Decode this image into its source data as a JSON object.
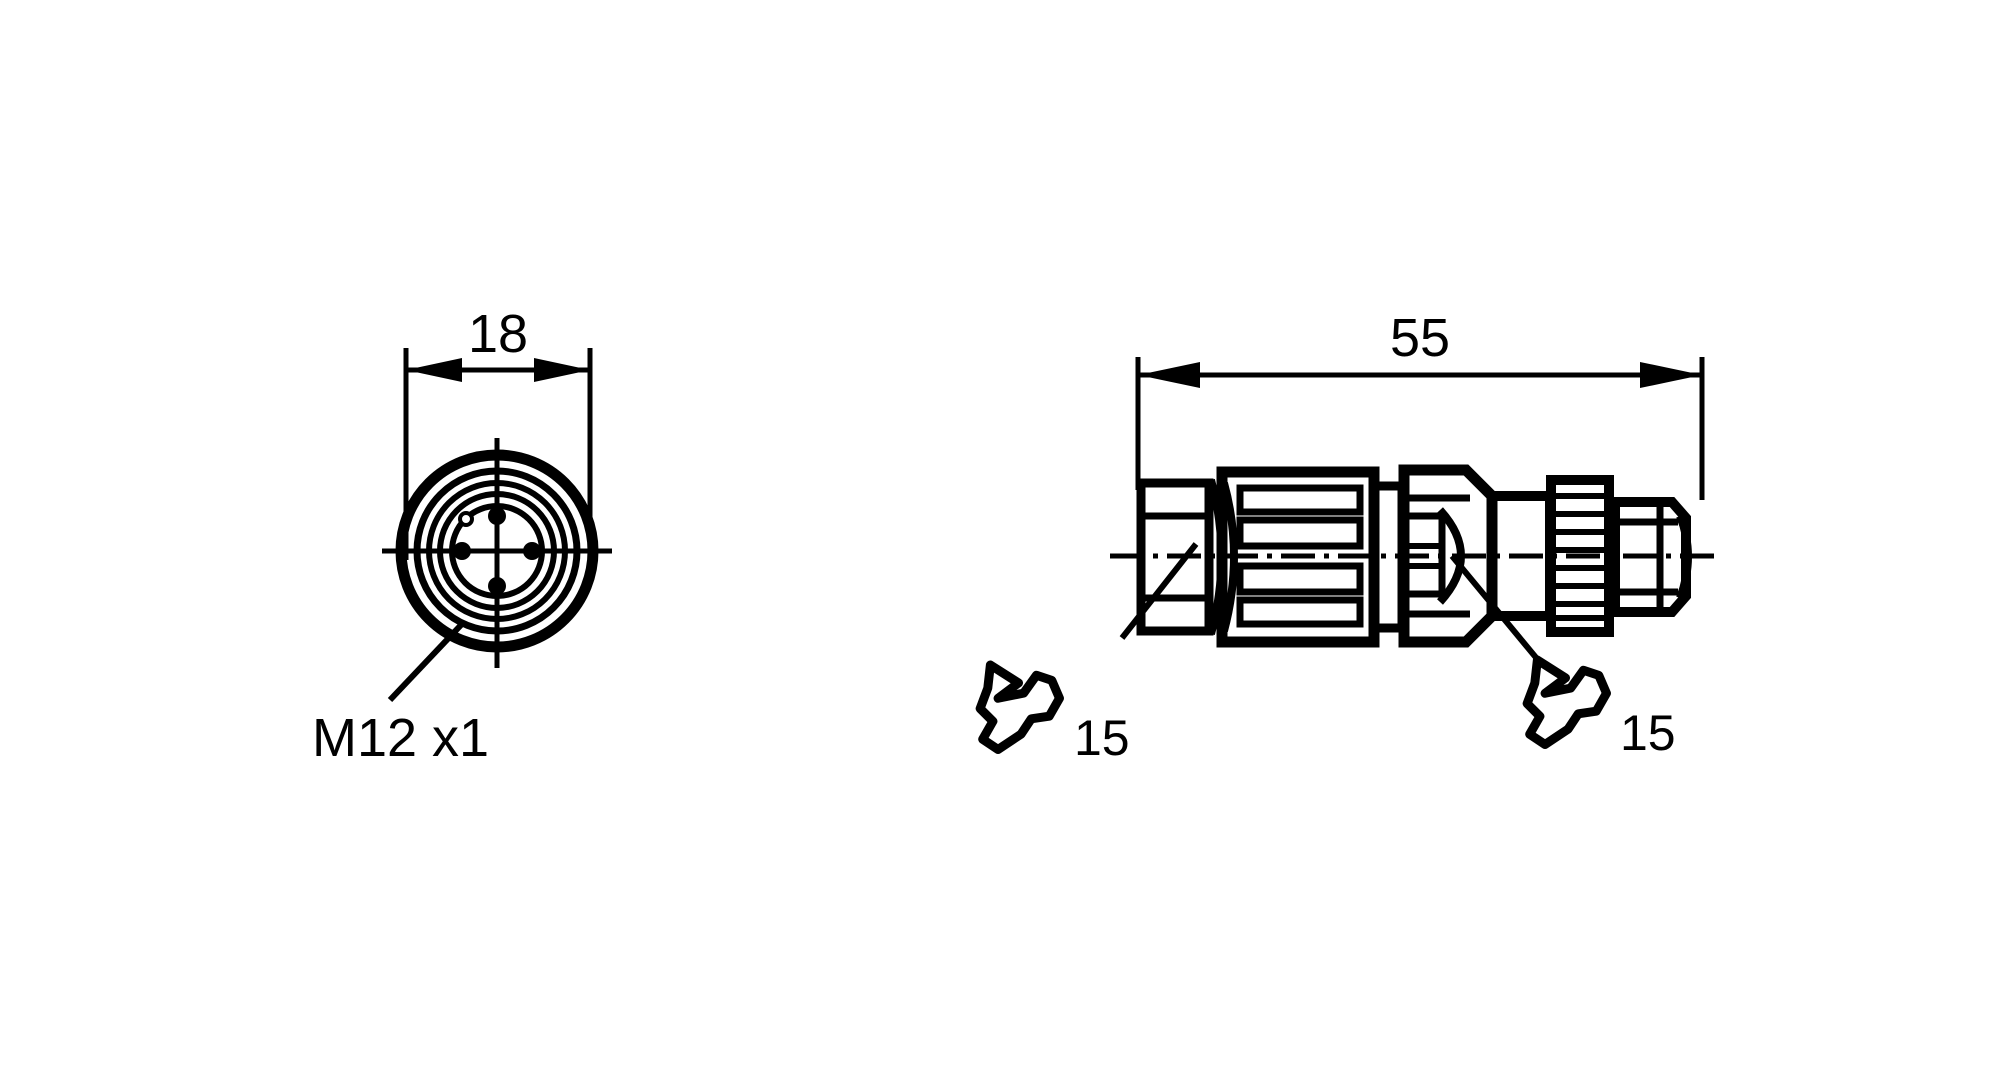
{
  "drawing": {
    "title": "M12 x1 connector technical drawing",
    "background_color": "#ffffff",
    "line_color": "#000000",
    "views": [
      {
        "name": "front-view",
        "description": "Circular face view of M12 connector showing 4 pins",
        "labels": {
          "thread_label": "M12 x1",
          "diameter_dimension": "18"
        },
        "pin_count": 4
      },
      {
        "name": "side-view",
        "description": "Longitudinal section of connector assembly",
        "labels": {
          "length_dimension": "55",
          "wrench_left": "15",
          "wrench_right": "15"
        }
      }
    ],
    "dimensions": {
      "width_18": "18",
      "length_55": "55"
    },
    "callouts": {
      "thread": "M12 x1",
      "wrench_size_left": "15",
      "wrench_size_right": "15"
    },
    "icons": {
      "wrench": "wrench-icon",
      "arrow": "dimension-arrow-icon",
      "centerline": "centerline-icon"
    }
  }
}
